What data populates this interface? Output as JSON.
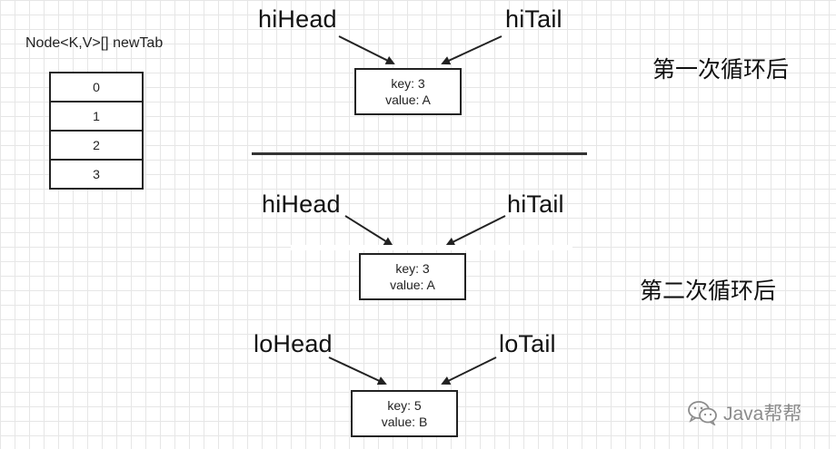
{
  "array": {
    "title": "Node<K,V>[] newTab",
    "cells": [
      "0",
      "1",
      "2",
      "3"
    ]
  },
  "section1": {
    "caption": "第一次循环后",
    "head_label": "hiHead",
    "tail_label": "hiTail",
    "node": {
      "key": "key:  3",
      "value": "value:  A"
    }
  },
  "section2": {
    "caption": "第二次循环后",
    "hi": {
      "head_label": "hiHead",
      "tail_label": "hiTail",
      "node": {
        "key": "key:  3",
        "value": "value:  A"
      }
    },
    "lo": {
      "head_label": "loHead",
      "tail_label": "loTail",
      "node": {
        "key": "key:  5",
        "value": "value:  B"
      }
    }
  },
  "watermark": {
    "text": "Java帮帮",
    "icon": "wechat-icon"
  },
  "colors": {
    "stroke": "#222222",
    "grid": "#e6e6e6",
    "watermark": "#8c8c8c"
  }
}
